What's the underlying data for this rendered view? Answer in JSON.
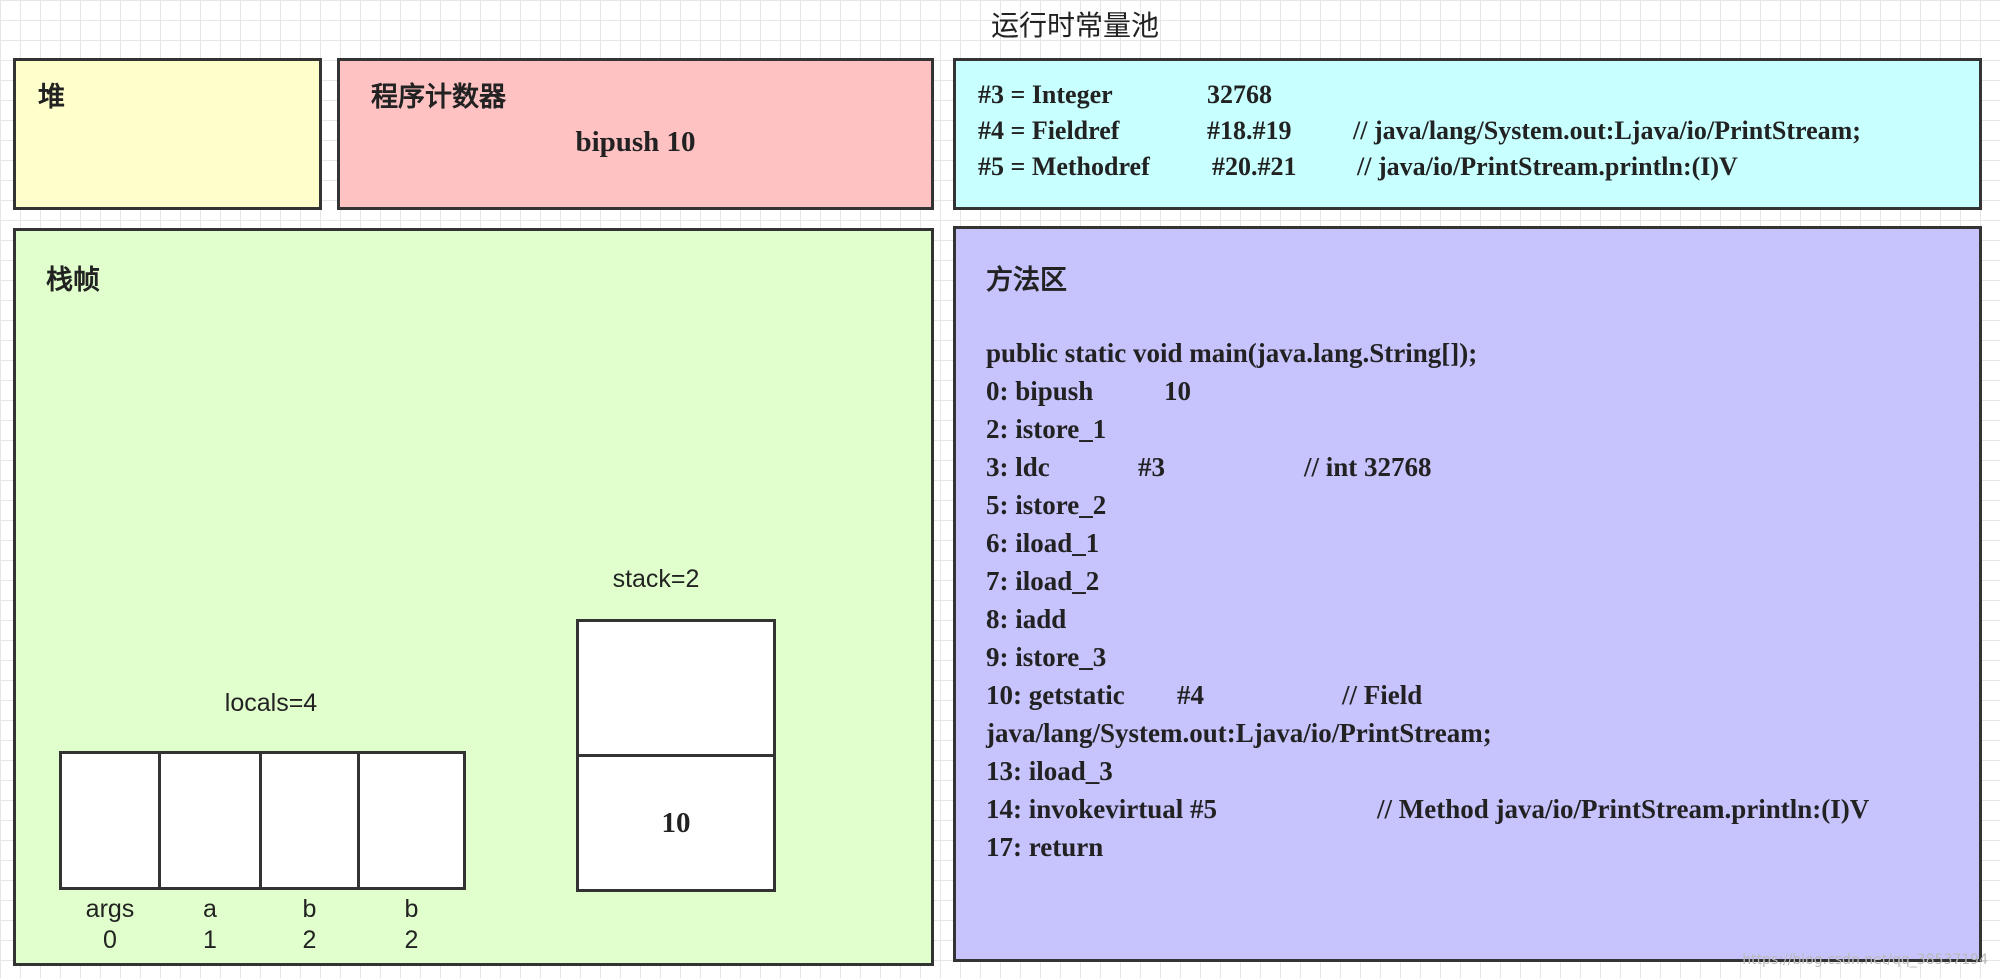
{
  "diagram_title": "运行时常量池",
  "heap": {
    "label": "堆"
  },
  "pc": {
    "label": "程序计数器",
    "instruction": "bipush 10"
  },
  "constant_pool": {
    "entries": [
      {
        "ref": "#3 = Integer",
        "value": "32768",
        "comment": ""
      },
      {
        "ref": "#4 = Fieldref",
        "value": "#18.#19",
        "comment": "// java/lang/System.out:Ljava/io/PrintStream;"
      },
      {
        "ref": "#5 = Methodref",
        "value": "#20.#21",
        "comment": "// java/io/PrintStream.println:(I)V"
      }
    ]
  },
  "stack_frame": {
    "label": "栈帧",
    "locals_label": "locals=4",
    "locals": [
      {
        "name": "args",
        "index": "0",
        "value": ""
      },
      {
        "name": "a",
        "index": "1",
        "value": ""
      },
      {
        "name": "b",
        "index": "2",
        "value": ""
      },
      {
        "name": "b",
        "index": "2",
        "value": ""
      }
    ],
    "stack_label": "stack=2",
    "stack": [
      {
        "value": ""
      },
      {
        "value": "10"
      }
    ]
  },
  "method_area": {
    "label": "方法区",
    "signature": "public static void main(java.lang.String[]);",
    "lines": [
      {
        "op": "0: bipush",
        "arg": "10",
        "comment": ""
      },
      {
        "op": "2: istore_1",
        "arg": "",
        "comment": ""
      },
      {
        "op": "3: ldc",
        "arg": "#3",
        "comment": "// int 32768"
      },
      {
        "op": "5: istore_2",
        "arg": "",
        "comment": ""
      },
      {
        "op": "6: iload_1",
        "arg": "",
        "comment": ""
      },
      {
        "op": "7: iload_2",
        "arg": "",
        "comment": ""
      },
      {
        "op": "8: iadd",
        "arg": "",
        "comment": ""
      },
      {
        "op": "9: istore_3",
        "arg": "",
        "comment": ""
      },
      {
        "op": "10: getstatic",
        "arg": "#4",
        "comment": "// Field"
      },
      {
        "op": "java/lang/System.out:Ljava/io/PrintStream;",
        "arg": "",
        "comment": ""
      },
      {
        "op": "13: iload_3",
        "arg": "",
        "comment": ""
      },
      {
        "op": "14: invokevirtual #5",
        "arg": "",
        "comment": "// Method java/io/PrintStream.println:(I)V"
      },
      {
        "op": "17: return",
        "arg": "",
        "comment": ""
      }
    ]
  },
  "watermark": "https://blog.csdn.net/qq_38537194",
  "colors": {
    "heap": "#ffffcc",
    "pc": "#ffc2c2",
    "constant_pool": "#c8ffff",
    "stack_frame": "#e0ffcc",
    "method_area": "#c6c3fd"
  }
}
